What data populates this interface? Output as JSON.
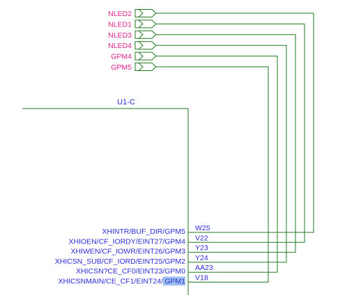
{
  "colors": {
    "wire": "#1f7a1f",
    "net_label": "#e0218a",
    "pin_text": "#2b2bd6",
    "highlight": "#9ec3ee",
    "background": "#ffffff"
  },
  "component": {
    "ref": "U1-C"
  },
  "net_ports": [
    {
      "name": "NLED2",
      "pin": "W25"
    },
    {
      "name": "NLED1",
      "pin": "V22"
    },
    {
      "name": "NLED3",
      "pin": "Y23"
    },
    {
      "name": "NLED4",
      "pin": "Y24"
    },
    {
      "name": "GPM4",
      "pin": "AA23"
    },
    {
      "name": "GPM5",
      "pin": "V18"
    }
  ],
  "pins": [
    {
      "name": "XHINTR/BUF_DIR/GPM5",
      "number": "W25"
    },
    {
      "name": "XHIOEN/CF_IORDY/EINT27/GPM4",
      "number": "V22"
    },
    {
      "name": "XHIWEN/CF_IOWR/EINT26/GPM3",
      "number": "Y23"
    },
    {
      "name": "XHICSN_SUB/CF_IORD/EINT25/GPM2",
      "number": "Y24"
    },
    {
      "name": "XHICSN?CE_CF0/EINT23/GPM0",
      "number": "AA23"
    },
    {
      "name": "XHICSNMAIN/CE_CF1/EINT24/",
      "number": "V18",
      "highlight": "GPM1"
    }
  ]
}
